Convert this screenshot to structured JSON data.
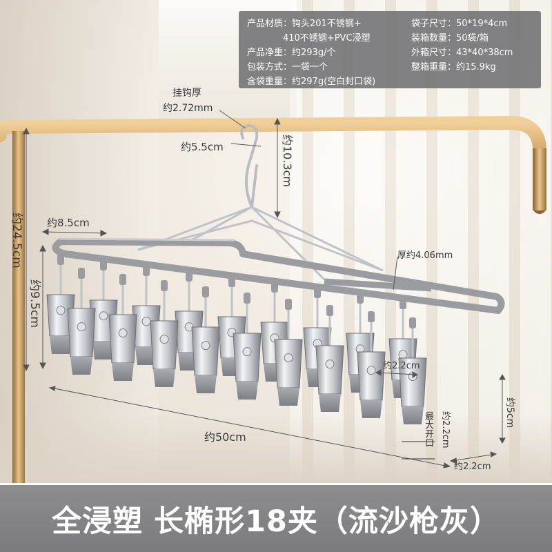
{
  "specs": {
    "left": [
      "产品材质：钩头201不锈钢+",
      "410不锈钢+PVC浸塑",
      "产品净重：约293g/个",
      "包装方式：一袋一个",
      "含袋重量：约297g(空白封口袋)"
    ],
    "right": [
      "袋子尺寸：50*19*4cm",
      "装箱数量：50袋/箱",
      "外箱尺寸：43*40*38cm",
      "整箱重量：约15.9kg"
    ]
  },
  "dimensions": {
    "hook_thickness_1": "挂钩厚",
    "hook_thickness_2": "约2.72mm",
    "hook_width": "约5.5cm",
    "hook_height": "约10.3cm",
    "total_height": "约24.5cm",
    "end_width": "约8.5cm",
    "clip_drop": "约9.5cm",
    "frame_thickness": "厚约4.06mm",
    "clip_gap": "约2.2cm",
    "clip_length": "约5cm",
    "max_open_1": "最大开口",
    "max_open_2": "约2.2cm",
    "clip_width": "约2.2cm",
    "total_length": "约50cm"
  },
  "banner": {
    "text": "全浸塑 长椭形18夹（流沙枪灰）"
  },
  "colors": {
    "frame": "#9a9ca0",
    "steel": "#c9ccd0",
    "rail": "#c99a5a",
    "banner": "#858587"
  },
  "clip_count": 18
}
